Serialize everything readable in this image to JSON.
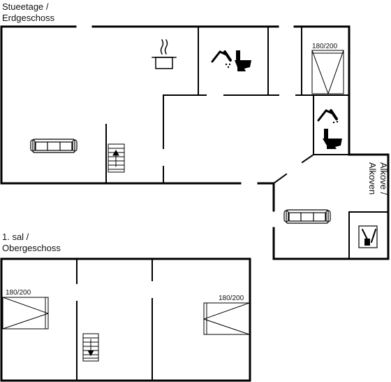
{
  "ground_floor": {
    "label_line1": "Stueetage /",
    "label_line2": "Erdgeschoss"
  },
  "upper_floor": {
    "label_line1": "1. sal /",
    "label_line2": "Obergeschoss"
  },
  "alcove": {
    "label_line1": "Alkove /",
    "label_line2": "Alkoven"
  },
  "beds": {
    "ground_bed": "180/200",
    "upper_left_bed": "180/200",
    "upper_right_bed": "180/200"
  },
  "icons": [
    "cooking-pot-icon",
    "shower-icon",
    "toilet-icon",
    "sofa-icon",
    "stairs-up-icon",
    "stairs-down-icon",
    "fireplace-icon",
    "bed-icon"
  ]
}
